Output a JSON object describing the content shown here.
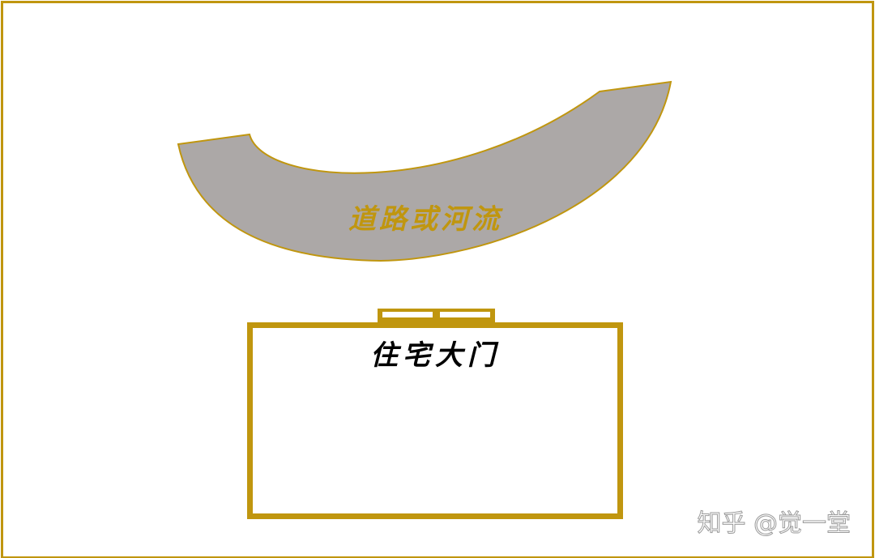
{
  "road": {
    "label": "道路或河流",
    "fill_color": "#ACA8A7",
    "stroke_color": "#C0960F",
    "label_color": "#C0960F"
  },
  "house": {
    "label": "住宅大门",
    "stroke_color": "#C0960F",
    "label_color": "#000000"
  },
  "frame": {
    "border_color": "#C0960F"
  },
  "watermark": {
    "text": "知乎 @觉一堂",
    "color": "#ffffff"
  }
}
